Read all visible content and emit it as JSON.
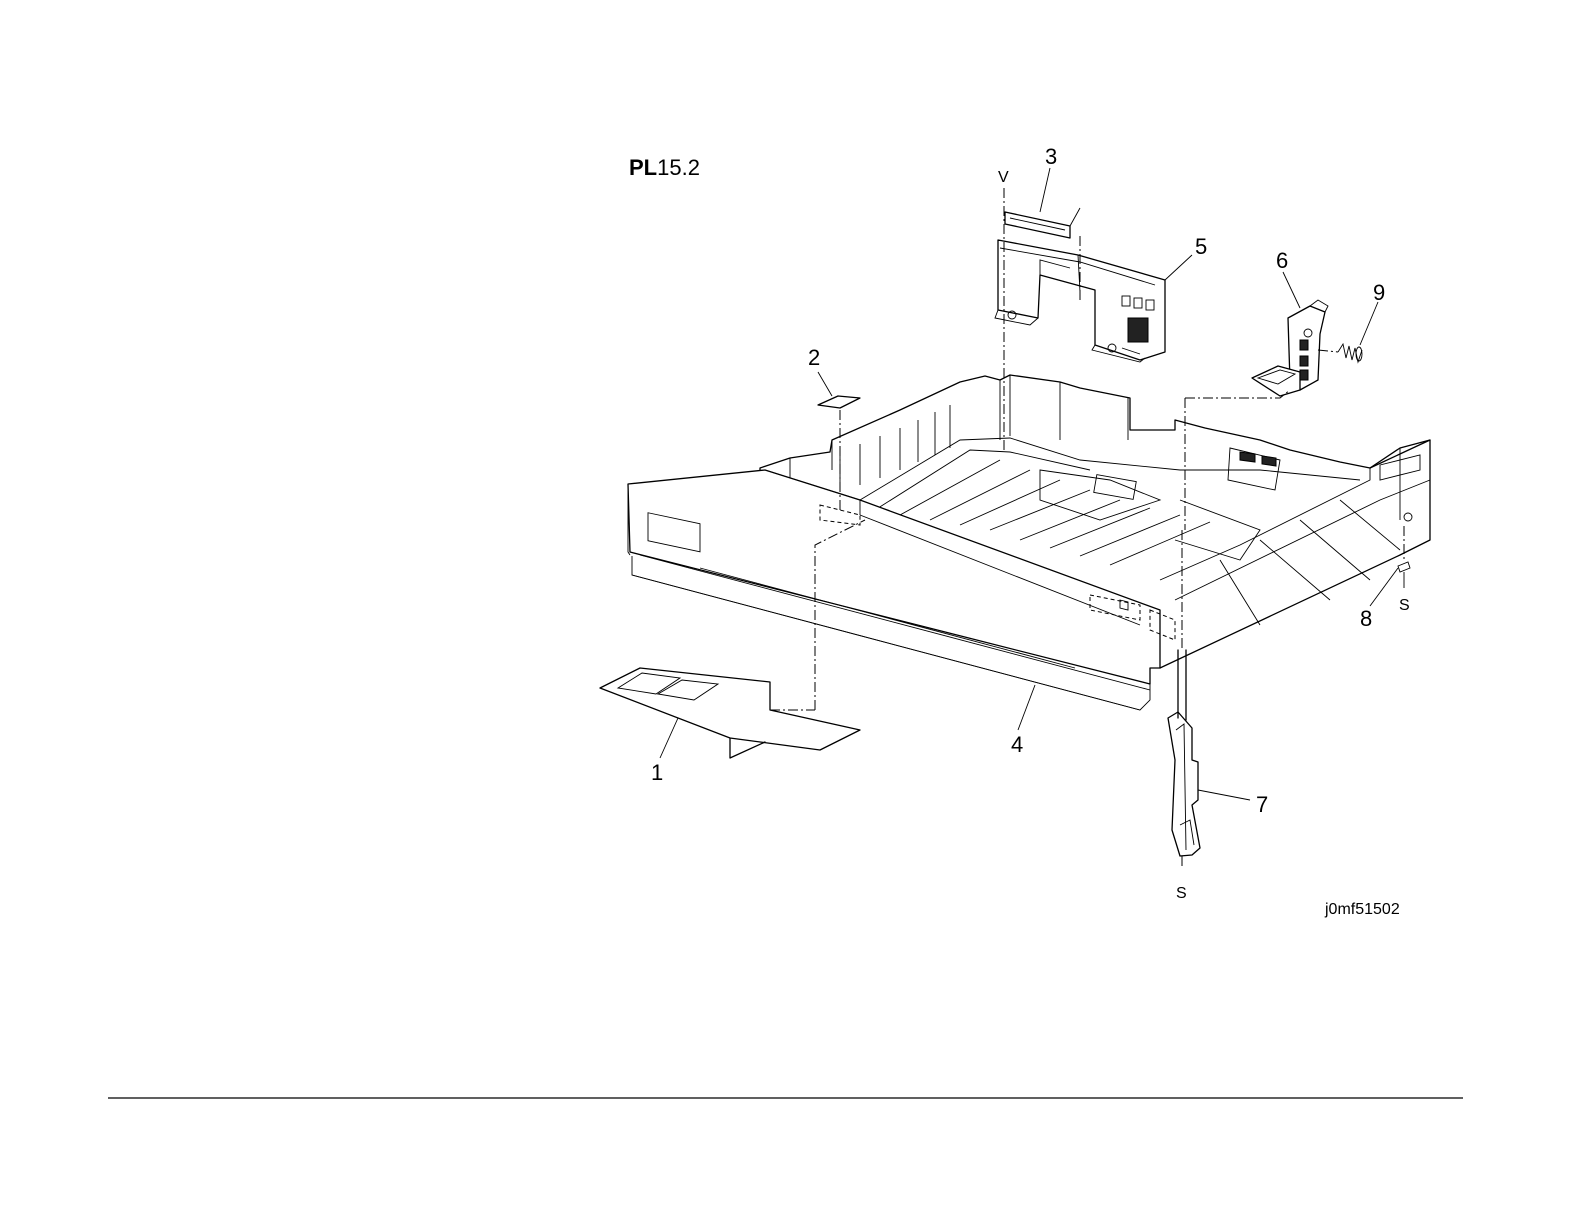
{
  "title": {
    "prefix": "PL",
    "number": "15.2"
  },
  "figure_code": "j0mf51502",
  "callouts": [
    "1",
    "2",
    "3",
    "4",
    "5",
    "6",
    "7",
    "8",
    "9"
  ],
  "marks": {
    "v": "V",
    "s_right": "S",
    "s_bottom": "S"
  }
}
